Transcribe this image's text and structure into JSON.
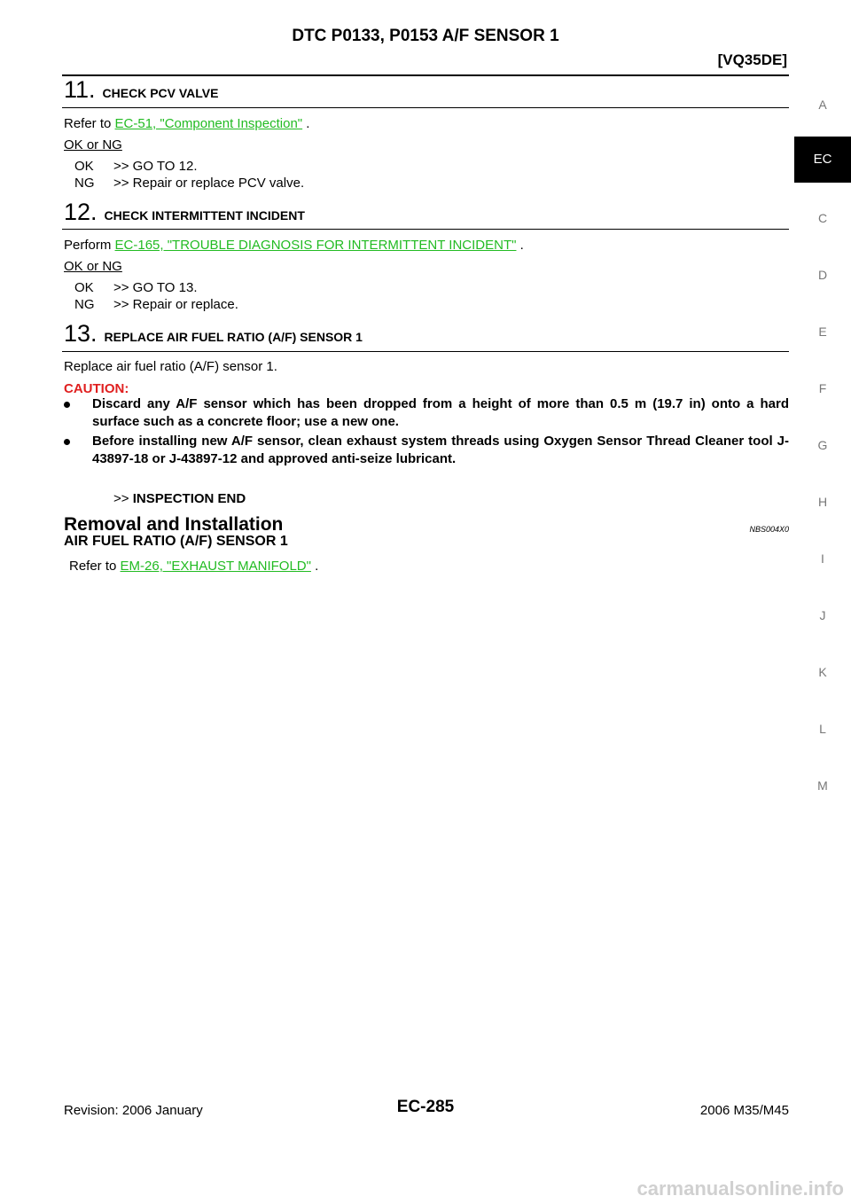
{
  "header": {
    "title": "DTC P0133, P0153 A/F SENSOR 1",
    "engine": "[VQ35DE]"
  },
  "side_index": {
    "items": [
      "A",
      "EC",
      "C",
      "D",
      "E",
      "F",
      "G",
      "H",
      "I",
      "J",
      "K",
      "L",
      "M"
    ],
    "active": "EC"
  },
  "steps": [
    {
      "number": "11.",
      "label": "CHECK PCV VALVE",
      "text_before": "Refer to ",
      "link": "EC-51, \"Component Inspection\"",
      "text_after": " .",
      "okng": "OK or NG",
      "results": [
        {
          "code": "OK",
          "action": ">> GO TO 12."
        },
        {
          "code": "NG",
          "action": ">> Repair or replace PCV valve."
        }
      ]
    },
    {
      "number": "12.",
      "label": "CHECK INTERMITTENT INCIDENT",
      "text_before": "Perform ",
      "link": "EC-165, \"TROUBLE DIAGNOSIS FOR INTERMITTENT INCIDENT\"",
      "text_after": " .",
      "okng": "OK or NG",
      "results": [
        {
          "code": "OK",
          "action": ">> GO TO 13."
        },
        {
          "code": "NG",
          "action": ">> Repair or replace."
        }
      ]
    },
    {
      "number": "13.",
      "label": "REPLACE AIR FUEL RATIO (A/F) SENSOR 1",
      "text": "Replace air fuel ratio (A/F) sensor 1.",
      "caution_label": "CAUTION:",
      "bullets": [
        "Discard any A/F sensor which has been dropped from a height of more than 0.5 m (19.7 in) onto a hard surface such as a concrete floor; use a new one.",
        "Before installing new A/F sensor, clean exhaust system threads using Oxygen Sensor Thread Cleaner tool J-43897-18 or J-43897-12 and approved anti-seize lubricant."
      ],
      "end_prefix": ">>",
      "end_text": "INSPECTION END"
    }
  ],
  "removal": {
    "title": "Removal and Installation",
    "code": "NBS004X0",
    "subtitle": "AIR FUEL RATIO (A/F) SENSOR 1",
    "text_before": "Refer to ",
    "link": "EM-26, \"EXHAUST MANIFOLD\"",
    "text_after": " ."
  },
  "footer": {
    "revision": "Revision: 2006 January",
    "page": "EC-285",
    "model": "2006 M35/M45"
  },
  "watermark": "carmanualsonline.info"
}
